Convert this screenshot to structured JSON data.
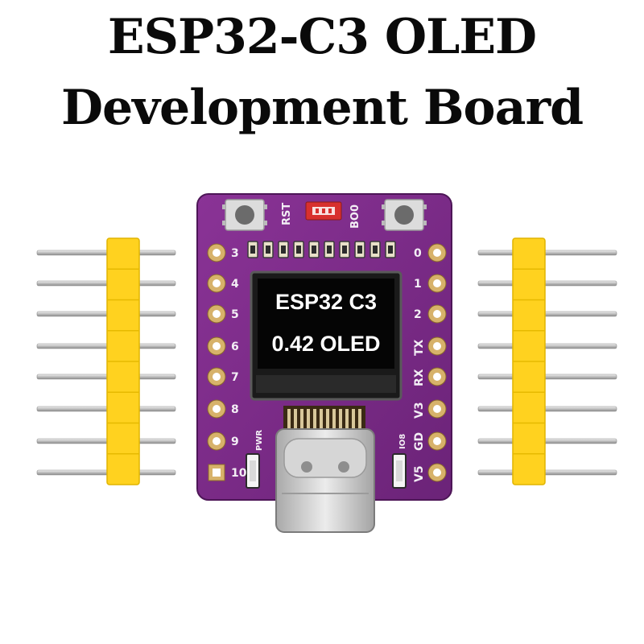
{
  "title": {
    "line1": "ESP32-C3 OLED",
    "line2": "Development Board"
  },
  "board": {
    "colors": {
      "pcb": "#7a2a87",
      "pcb_dark": "#5d1e69",
      "gold": "#d7b26a",
      "header_yellow": "#ffd21f",
      "pin_silver": "#c9c9c9"
    },
    "left_pin_labels": [
      "3",
      "4",
      "5",
      "6",
      "7",
      "8",
      "9",
      "10"
    ],
    "right_pin_labels": [
      "0",
      "1",
      "2",
      "TX",
      "RX",
      "V3",
      "GD",
      "V5"
    ],
    "button_labels": {
      "reset": "RST",
      "boot": "BO0"
    },
    "oled": {
      "line1": "ESP32 C3",
      "line2": "0.42 OLED"
    },
    "pwr_label": "PWR",
    "io8_label": "IO8"
  }
}
